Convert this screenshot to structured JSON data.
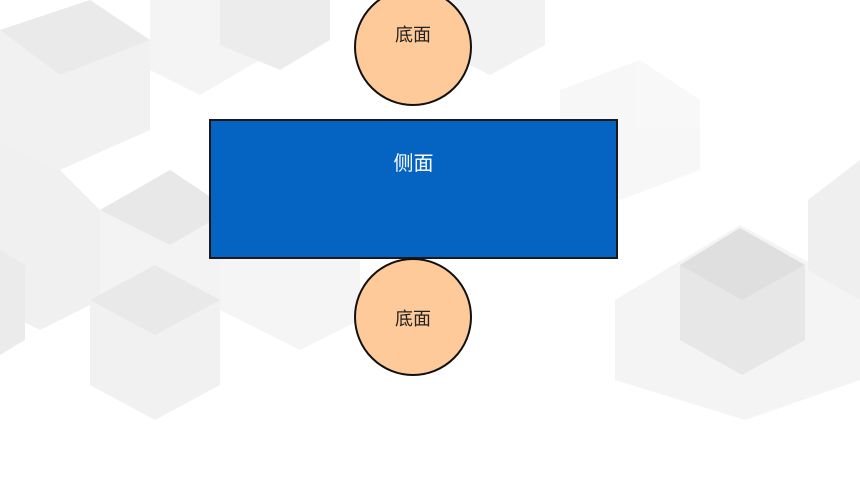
{
  "diagram": {
    "lateral_face": {
      "label": "侧面",
      "color": "#0563c1"
    },
    "base_faces": [
      {
        "label": "底面",
        "color": "#ffca99"
      },
      {
        "label": "底面",
        "color": "#ffca99"
      }
    ]
  }
}
